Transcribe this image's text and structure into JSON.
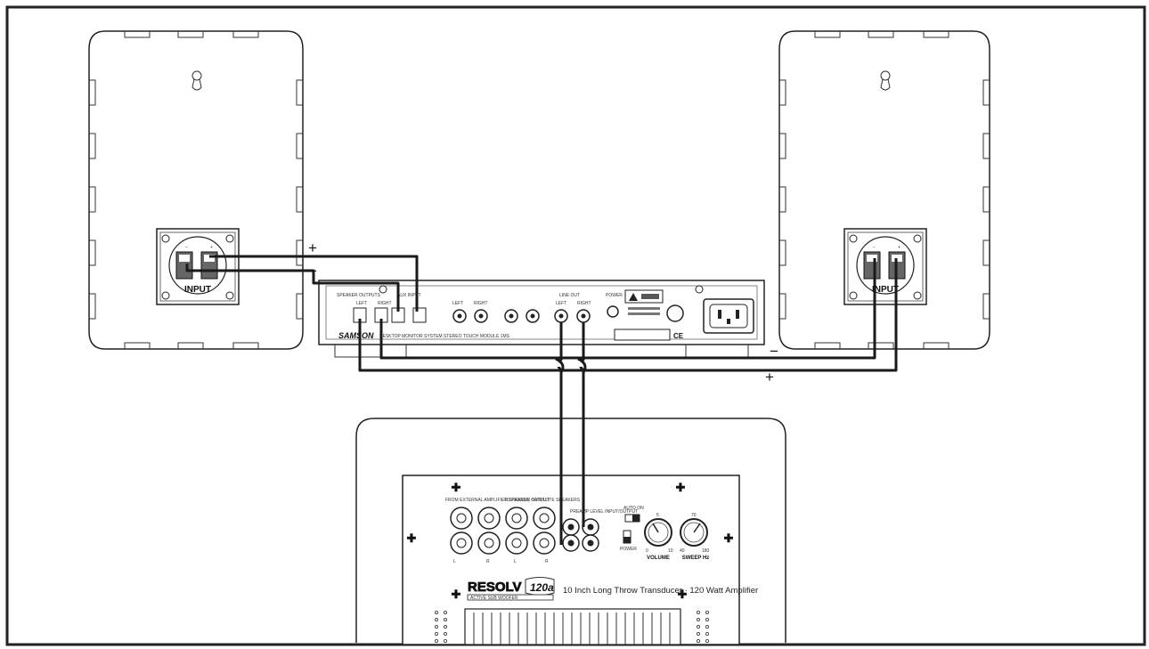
{
  "left_speaker": {
    "input_label": "INPUT"
  },
  "right_speaker": {
    "input_label": "INPUT"
  },
  "polarity": {
    "plus": "+",
    "minus": "−"
  },
  "amplifier": {
    "brand": "SAMSON",
    "model_line": "DESKTOP MONITOR SYSTEM STEREO TOUCH MODULE 1MS",
    "speaker_outputs_label": "SPEAKER OUTPUTS",
    "output_left": "LEFT",
    "output_right": "RIGHT",
    "aux_label": "AUX INPUT",
    "input_left": "LEFT",
    "input_right": "RIGHT",
    "line_out_label": "LINE OUT",
    "line_left": "LEFT",
    "line_right": "RIGHT",
    "power_label": "POWER",
    "ce_mark": "CE"
  },
  "subwoofer": {
    "brand": "RESOLV",
    "model_badge": "120a",
    "brand_subline": "ACTIVE SUB WOOFER",
    "description": "10 Inch Long Throw Transducer · 120 Watt Amplifier",
    "from_amp_label": "FROM EXTERNAL AMPLIFIER SPEAKER OUTPUT",
    "to_speakers_label": "TO PASSIVE SATELLITE SPEAKERS",
    "line_level_label": "PREAMP LEVEL INPUT/OUTPUT",
    "auto_on_label": "AUTO ON",
    "power_label": "POWER",
    "channel_l": "L",
    "channel_r": "R",
    "volume_label": "VOLUME",
    "volume_min": "0",
    "volume_max": "10",
    "volume_mid": "5",
    "sweep_label": "SWEEP Hz",
    "sweep_min": "40",
    "sweep_max": "180",
    "sweep_mid": "70"
  }
}
